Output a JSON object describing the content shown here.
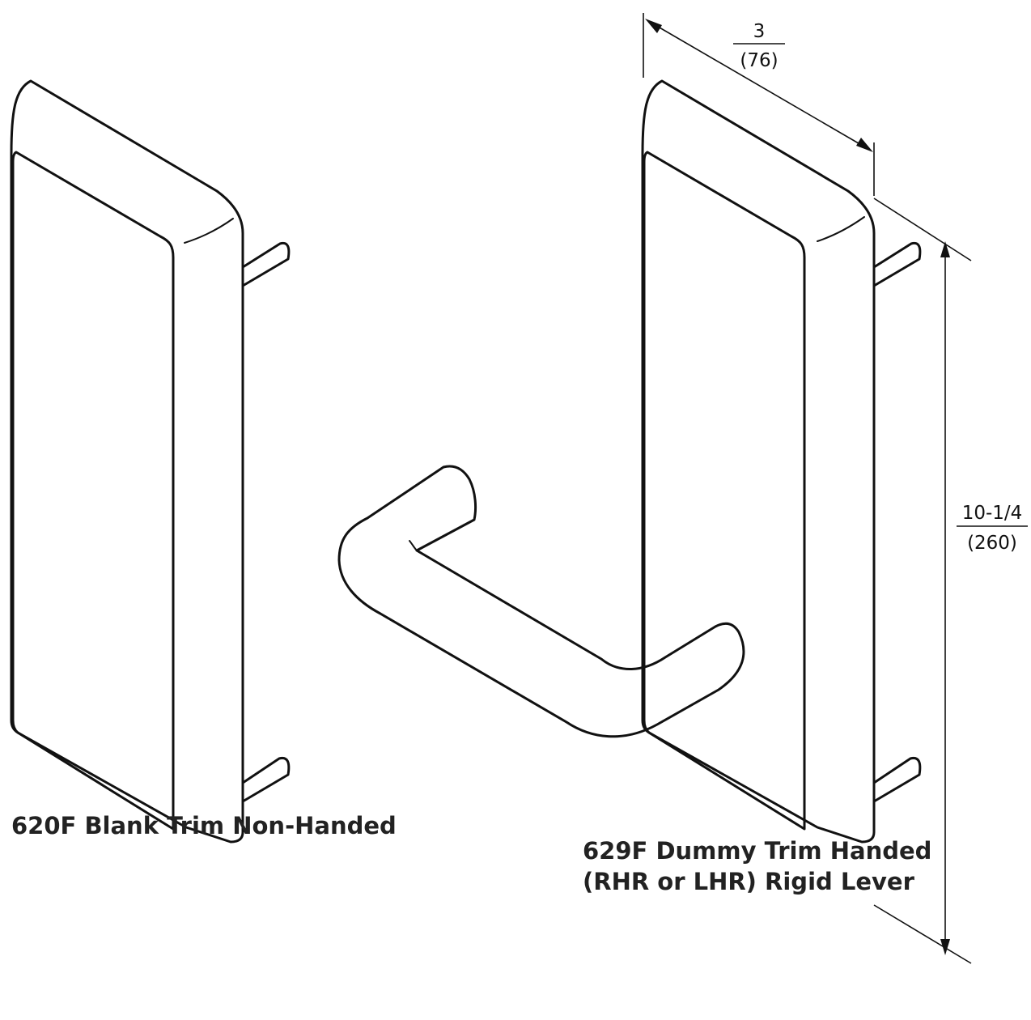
{
  "captions": {
    "left": "620F Blank Trim Non-Handed",
    "right_line1": "629F Dummy Trim Handed",
    "right_line2": "(RHR or LHR) Rigid Lever"
  },
  "dimensions": {
    "width_in": "3",
    "width_mm": "(76)",
    "height_in": "10-1/4",
    "height_mm": "(260)"
  }
}
